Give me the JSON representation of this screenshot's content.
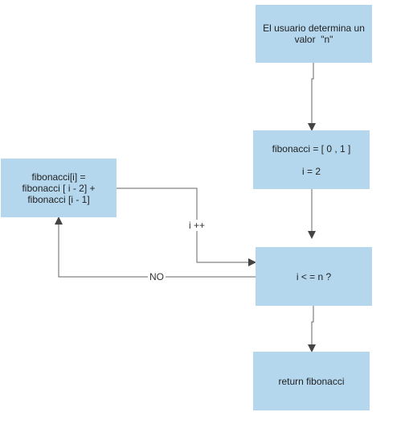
{
  "nodes": {
    "input": {
      "line1": "El usuario determina un",
      "line2": "valor  \"n\""
    },
    "init": {
      "line1": "fibonacci = [ 0 , 1 ]",
      "line2": "i = 2"
    },
    "condition": {
      "text": "i < = n ?"
    },
    "compute": {
      "line1": "fibonacci[i] =",
      "line2": "fibonacci [ i - 2] +",
      "line3": "fibonacci [i - 1]"
    },
    "output": {
      "text": "return fibonacci"
    }
  },
  "edges": {
    "increment_label": "i ++",
    "no_label": "NO"
  },
  "colors": {
    "node_fill": "#b4d7ee",
    "line": "#666666",
    "arrowhead": "#444444"
  }
}
